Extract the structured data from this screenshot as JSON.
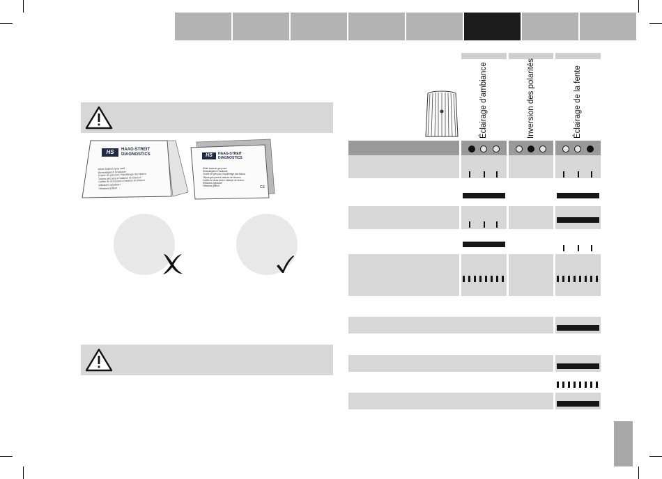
{
  "colors": {
    "tab_inactive": "#b3b3b3",
    "tab_active": "#1c1c1c",
    "row_bg": "#d7d7d7",
    "indicator_bg": "#9a9a9a",
    "bar": "#161616"
  },
  "nav_tabs": [
    {
      "label": "",
      "active": false
    },
    {
      "label": "",
      "active": false
    },
    {
      "label": "",
      "active": false
    },
    {
      "label": "",
      "active": false
    },
    {
      "label": "",
      "active": false
    },
    {
      "label": "",
      "active": true
    },
    {
      "label": "",
      "active": false
    },
    {
      "label": "",
      "active": false
    }
  ],
  "card_left": {
    "brand_line1": "HAAG-STREIT",
    "brand_line2": "DIAGNOSTICS",
    "logo": "HS",
    "text": "White balance grey card\nWeissabgleich Graukarte\nCharte de gris pour l'équilibrage des blancs\nTarjeta gris para el balance de blancos\nCartão de cinza para o balanço de branco\nWitbalans grijskaart\nVitbalans gråkort"
  },
  "card_right": {
    "brand_line1": "HAAG-STREIT",
    "brand_line2": "DIAGNOSTICS",
    "logo": "HS",
    "text": "White balance grey card\nWeissabgleich Graukarte\nCharte de gris pour l'équilibrage des blancs\nTarjeta gris para el balance de blancos\nCartão de cinza para o balanço de branco\nWitbalans grijskaart\nVitbalans gråkort",
    "ce_mark": "CE"
  },
  "icons": {
    "warning_top": "warning-triangle-icon",
    "warning_bottom": "warning-triangle-icon",
    "wrong": "x-mark-icon",
    "right": "check-mark-icon",
    "lamp": "lamp-knob-icon"
  },
  "columns": [
    {
      "label": "Éclairage d'ambiance",
      "states": [
        "on",
        "off",
        "off"
      ]
    },
    {
      "label": "Inversion des polarités",
      "states": [
        "off",
        "on",
        "off"
      ]
    },
    {
      "label": "Éclairage de la fente",
      "states": [
        "off",
        "off",
        "on"
      ]
    }
  ]
}
